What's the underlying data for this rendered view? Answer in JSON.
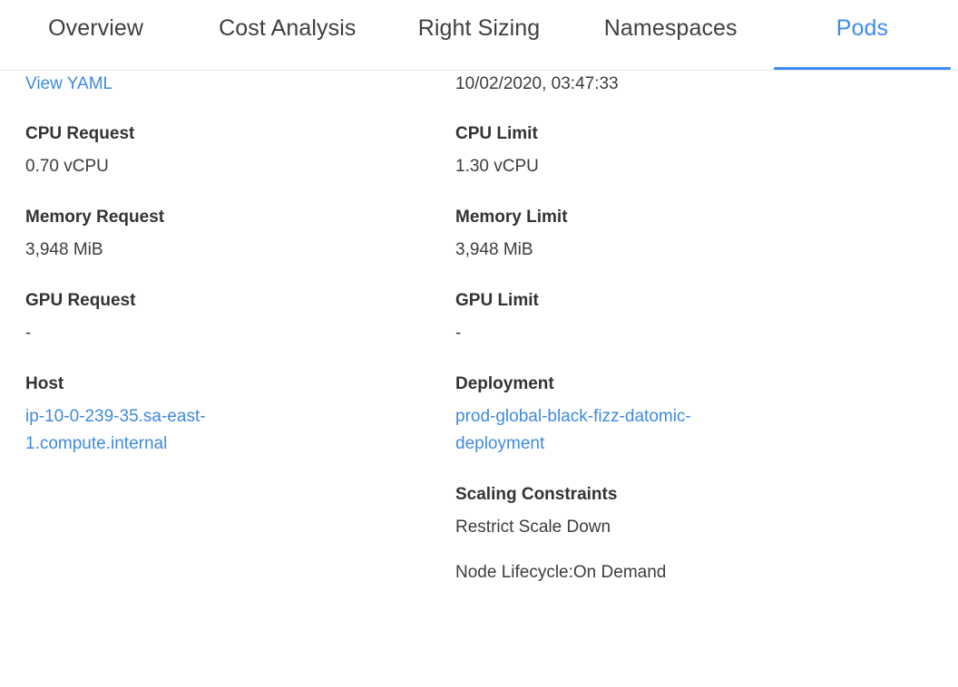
{
  "tabs": [
    {
      "label": "Overview",
      "active": false
    },
    {
      "label": "Cost Analysis",
      "active": false
    },
    {
      "label": "Right Sizing",
      "active": false
    },
    {
      "label": "Namespaces",
      "active": false
    },
    {
      "label": "Pods",
      "active": true
    }
  ],
  "colors": {
    "accent": "#3d8bf2",
    "link": "#3f8ae0",
    "label": "#333333",
    "value": "#3c3c3c",
    "divider": "#e8e8e8"
  },
  "pod_details": {
    "left": {
      "view_yaml_link": "View YAML",
      "cpu_request_label": "CPU Request",
      "cpu_request_value": "0.70 vCPU",
      "memory_request_label": "Memory Request",
      "memory_request_value": "3,948 MiB",
      "gpu_request_label": "GPU Request",
      "gpu_request_value": "-",
      "host_label": "Host",
      "host_value": "ip-10-0-239-35.sa-east-1.compute.internal"
    },
    "right": {
      "timestamp": "10/02/2020, 03:47:33",
      "cpu_limit_label": "CPU Limit",
      "cpu_limit_value": "1.30 vCPU",
      "memory_limit_label": "Memory Limit",
      "memory_limit_value": "3,948 MiB",
      "gpu_limit_label": "GPU Limit",
      "gpu_limit_value": "-",
      "deployment_label": "Deployment",
      "deployment_value": "prod-global-black-fizz-datomic-deployment",
      "scaling_constraints_label": "Scaling Constraints",
      "scaling_constraints": [
        "Restrict Scale Down",
        "Node Lifecycle:On Demand"
      ]
    }
  }
}
